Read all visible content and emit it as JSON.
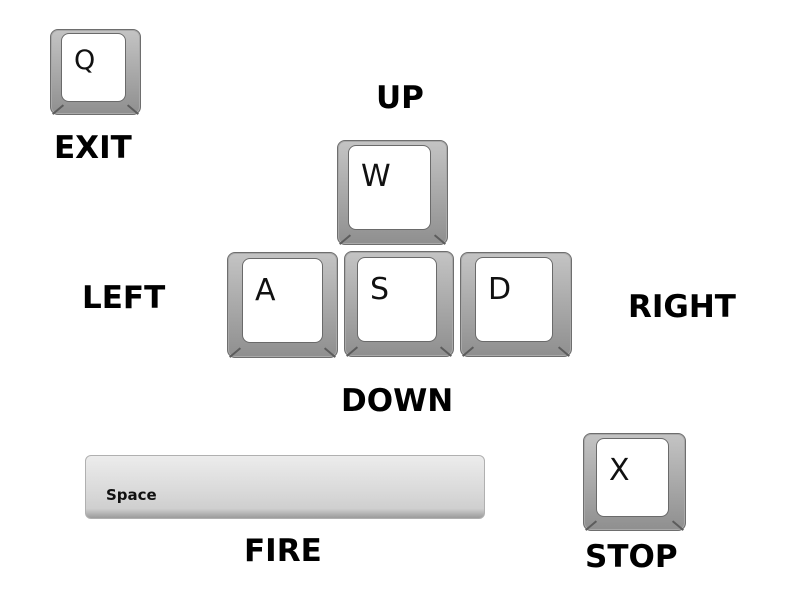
{
  "keys": {
    "q": {
      "key": "Q",
      "action": "EXIT"
    },
    "w": {
      "key": "W",
      "action": "UP"
    },
    "a": {
      "key": "A",
      "action": "LEFT"
    },
    "s": {
      "key": "S",
      "action": "DOWN"
    },
    "d": {
      "key": "D",
      "action": "RIGHT"
    },
    "space": {
      "key": "Space",
      "action": "FIRE"
    },
    "x": {
      "key": "X",
      "action": "STOP"
    }
  }
}
